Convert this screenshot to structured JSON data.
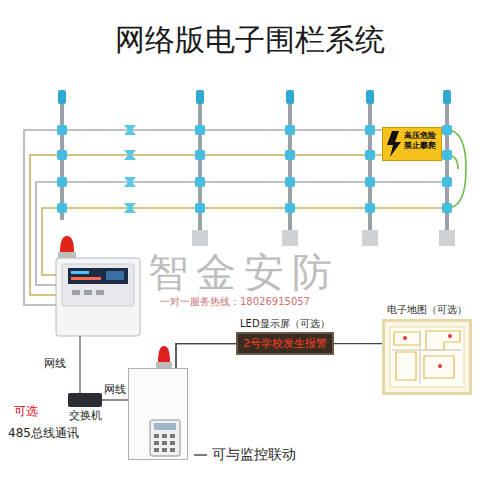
{
  "diagram": {
    "title": "网络版电子围栏系统",
    "nodes": [
      {
        "text": [
          "高压危险 禁止攀爬"
        ]
      },
      {
        "text": [
          "交换机"
        ]
      },
      {
        "text": [
          "可与监控联动"
        ]
      },
      {
        "text": [
          "LED显示屏（可选）",
          "2号学校发生报警"
        ]
      },
      {
        "text": [
          "电子地图（可选）"
        ]
      }
    ],
    "edges": [
      {
        "from": 1,
        "to": 2,
        "label": "网线",
        "arrow": "none"
      },
      {
        "from": 2,
        "to": 3,
        "arrow": "none"
      },
      {
        "from": 2,
        "to": 4,
        "arrow": "none"
      }
    ],
    "labels": [
      "网线",
      "可选",
      "485总线通讯",
      "智金安防",
      "一对一服务热线：18026915057"
    ]
  }
}
